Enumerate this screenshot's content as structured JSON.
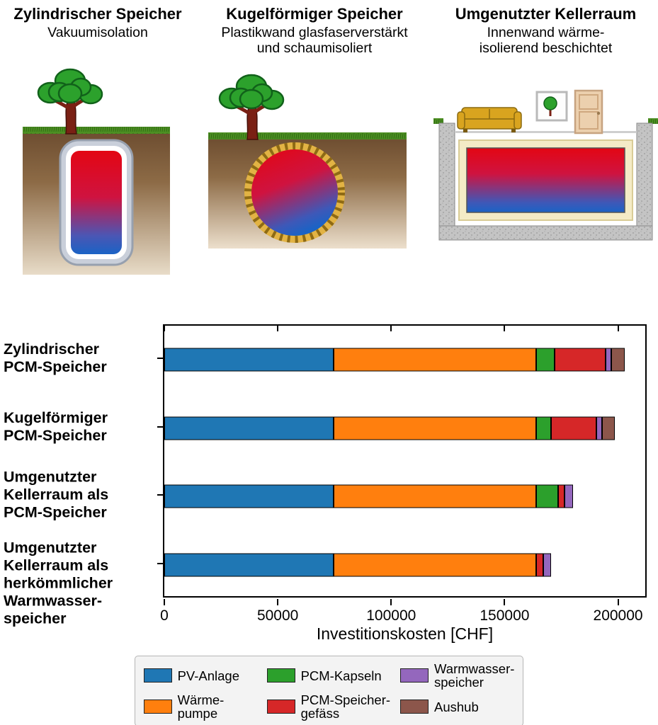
{
  "panels": [
    {
      "title": "Zylindrischer Speicher",
      "subtitle_lines": [
        "Vakuumisolation"
      ]
    },
    {
      "title": "Kugelförmiger Speicher",
      "subtitle_lines": [
        "Plastikwand glasfaserverstärkt",
        "und schaumisoliert"
      ]
    },
    {
      "title": "Umgenutzter Kellerraum",
      "subtitle_lines": [
        "Innenwand wärme-",
        "isolierend beschichtet"
      ]
    }
  ],
  "chart_data": {
    "type": "bar",
    "orientation": "horizontal",
    "stacked": true,
    "title": "",
    "xlabel": "Investitionskosten [CHF]",
    "ylabel": "",
    "xlim": [
      0,
      212000
    ],
    "xticks": [
      0,
      50000,
      100000,
      150000,
      200000
    ],
    "grid": false,
    "legend_position": "bottom",
    "categories": [
      {
        "name": "Zylindrischer PCM-Speicher",
        "label_lines": [
          "Zylindrischer",
          "PCM-Speicher"
        ]
      },
      {
        "name": "Kugelförmiger PCM-Speicher",
        "label_lines": [
          "Kugelförmiger",
          "PCM-Speicher"
        ]
      },
      {
        "name": "Umgenutzter Kellerraum als PCM-Speicher",
        "label_lines": [
          "Umgenutzter",
          "Kellerraum als",
          "PCM-Speicher"
        ]
      },
      {
        "name": "Umgenutzter Kellerraum als herkömmlicher Warmwasserspeicher",
        "label_lines": [
          "Umgenutzter",
          "Kellerraum als",
          "herkömmlicher",
          "Warmwasser-",
          "speicher"
        ]
      }
    ],
    "series": [
      {
        "name": "PV-Anlage",
        "label_lines": [
          "PV-Anlage"
        ],
        "color": "#1f77b4",
        "values": [
          74500,
          74500,
          74500,
          74500
        ]
      },
      {
        "name": "Wärmepumpe",
        "label_lines": [
          "Wärme-",
          "pumpe"
        ],
        "color": "#ff7f0e",
        "values": [
          89500,
          89500,
          89500,
          89500
        ]
      },
      {
        "name": "PCM-Kapseln",
        "label_lines": [
          "PCM-Kapseln"
        ],
        "color": "#2ca02c",
        "values": [
          8000,
          6500,
          9500,
          0
        ]
      },
      {
        "name": "PCM-Speichergefäss",
        "label_lines": [
          "PCM-Speicher-",
          "gefäss"
        ],
        "color": "#d62728",
        "values": [
          22500,
          20000,
          3000,
          3000
        ]
      },
      {
        "name": "Warmwasserspeicher",
        "label_lines": [
          "Warmwasser-",
          "speicher"
        ],
        "color": "#9467bd",
        "values": [
          2500,
          2500,
          3500,
          3500
        ]
      },
      {
        "name": "Aushub",
        "label_lines": [
          "Aushub"
        ],
        "color": "#8c564b",
        "values": [
          6000,
          5500,
          0,
          0
        ]
      }
    ]
  }
}
